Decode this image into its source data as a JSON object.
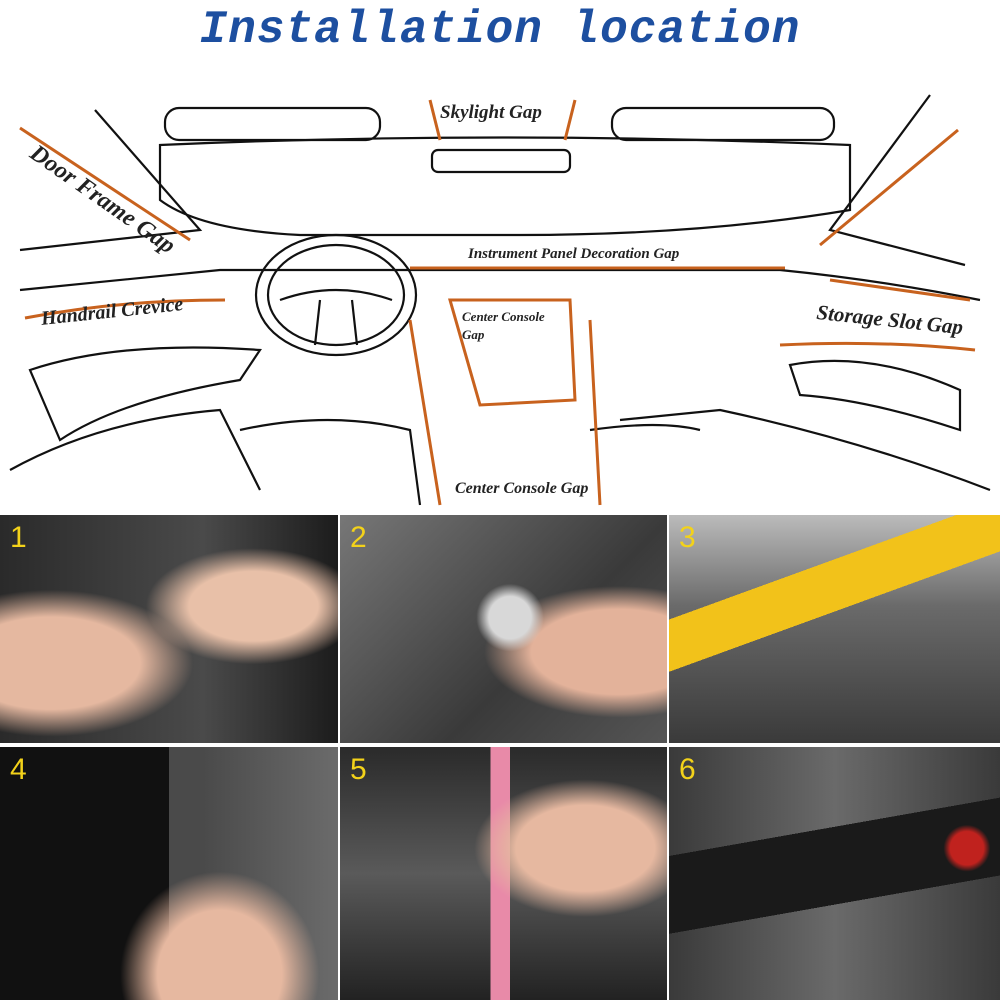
{
  "title": "Installation location",
  "labels": {
    "door_frame_gap": "Door Frame Gap",
    "skylight_gap": "Skylight Gap",
    "instrument_panel": "Instrument Panel Decoration Gap",
    "handrail_crevice": "Handrail Crevice",
    "center_console_gap_top_1": "Center Console",
    "center_console_gap_top_2": "Gap",
    "storage_slot_gap": "Storage Slot Gap",
    "center_console_gap_bottom": "Center Console Gap"
  },
  "colors": {
    "title": "#1d4fa0",
    "gap_line": "#c8621e",
    "step_number": "#f3d21a"
  },
  "steps": [
    {
      "number": "1"
    },
    {
      "number": "2"
    },
    {
      "number": "3"
    },
    {
      "number": "4"
    },
    {
      "number": "5"
    },
    {
      "number": "6"
    }
  ]
}
